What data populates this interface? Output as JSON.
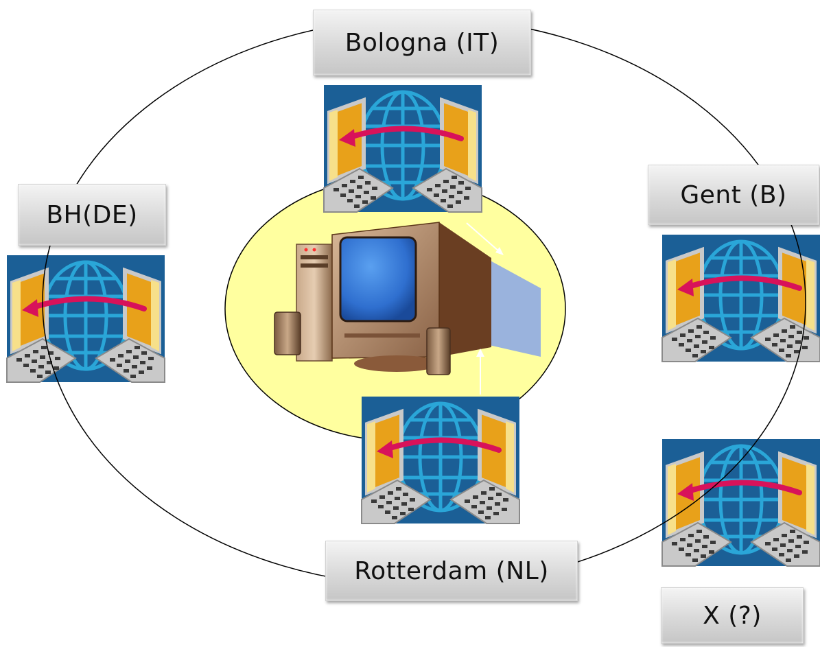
{
  "diagram": {
    "center": {
      "icon": "desktop-computer-icon"
    },
    "nodes": [
      {
        "id": "bologna",
        "label": "Bologna (IT)",
        "icon": "networked-laptops-icon"
      },
      {
        "id": "bh",
        "label": "BH(DE)",
        "icon": "networked-laptops-icon"
      },
      {
        "id": "gent",
        "label": "Gent (B)",
        "icon": "networked-laptops-icon"
      },
      {
        "id": "rotterdam",
        "label": "Rotterdam (NL)",
        "icon": "networked-laptops-icon"
      },
      {
        "id": "x",
        "label": "X (?)",
        "icon": "networked-laptops-icon"
      }
    ],
    "colors": {
      "inner_ellipse_fill": "#ffff9f",
      "tile_background": "#1b5f96",
      "globe": "#2aa6d8",
      "screen_orange": "#e8a11a",
      "arrow_red": "#d8125a",
      "keyboard_gray": "#c9c9c9"
    }
  }
}
